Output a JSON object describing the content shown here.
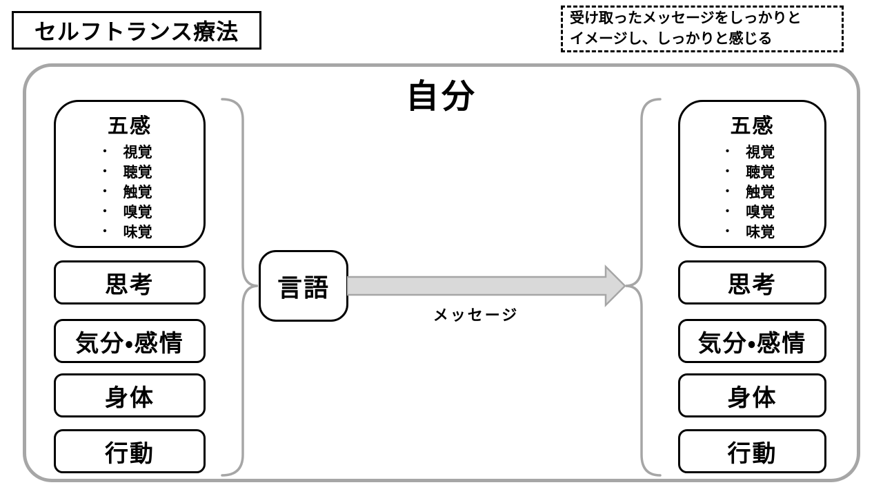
{
  "title": "セルフトランス療法",
  "note": {
    "line1": "受け取ったメッセージをしっかりと",
    "line2": "イメージし、しっかりと感じる"
  },
  "self_label": "自分",
  "bullet": "•",
  "left": {
    "senses_title": "五感",
    "senses": [
      "視覚",
      "聴覚",
      "触覚",
      "嗅覚",
      "味覚"
    ],
    "boxes": [
      "思考",
      "気分・感情",
      "身体",
      "行動"
    ]
  },
  "right": {
    "senses_title": "五感",
    "senses": [
      "視覚",
      "聴覚",
      "触覚",
      "嗅覚",
      "味覚"
    ],
    "boxes": [
      "思考",
      "気分・感情",
      "身体",
      "行動"
    ]
  },
  "center": {
    "language": "言語",
    "message": "メッセージ"
  },
  "colors": {
    "frame_gray": "#a6a6a6",
    "arrow_fill": "#d9d9d9",
    "box_border": "#000000",
    "text": "#000000"
  }
}
